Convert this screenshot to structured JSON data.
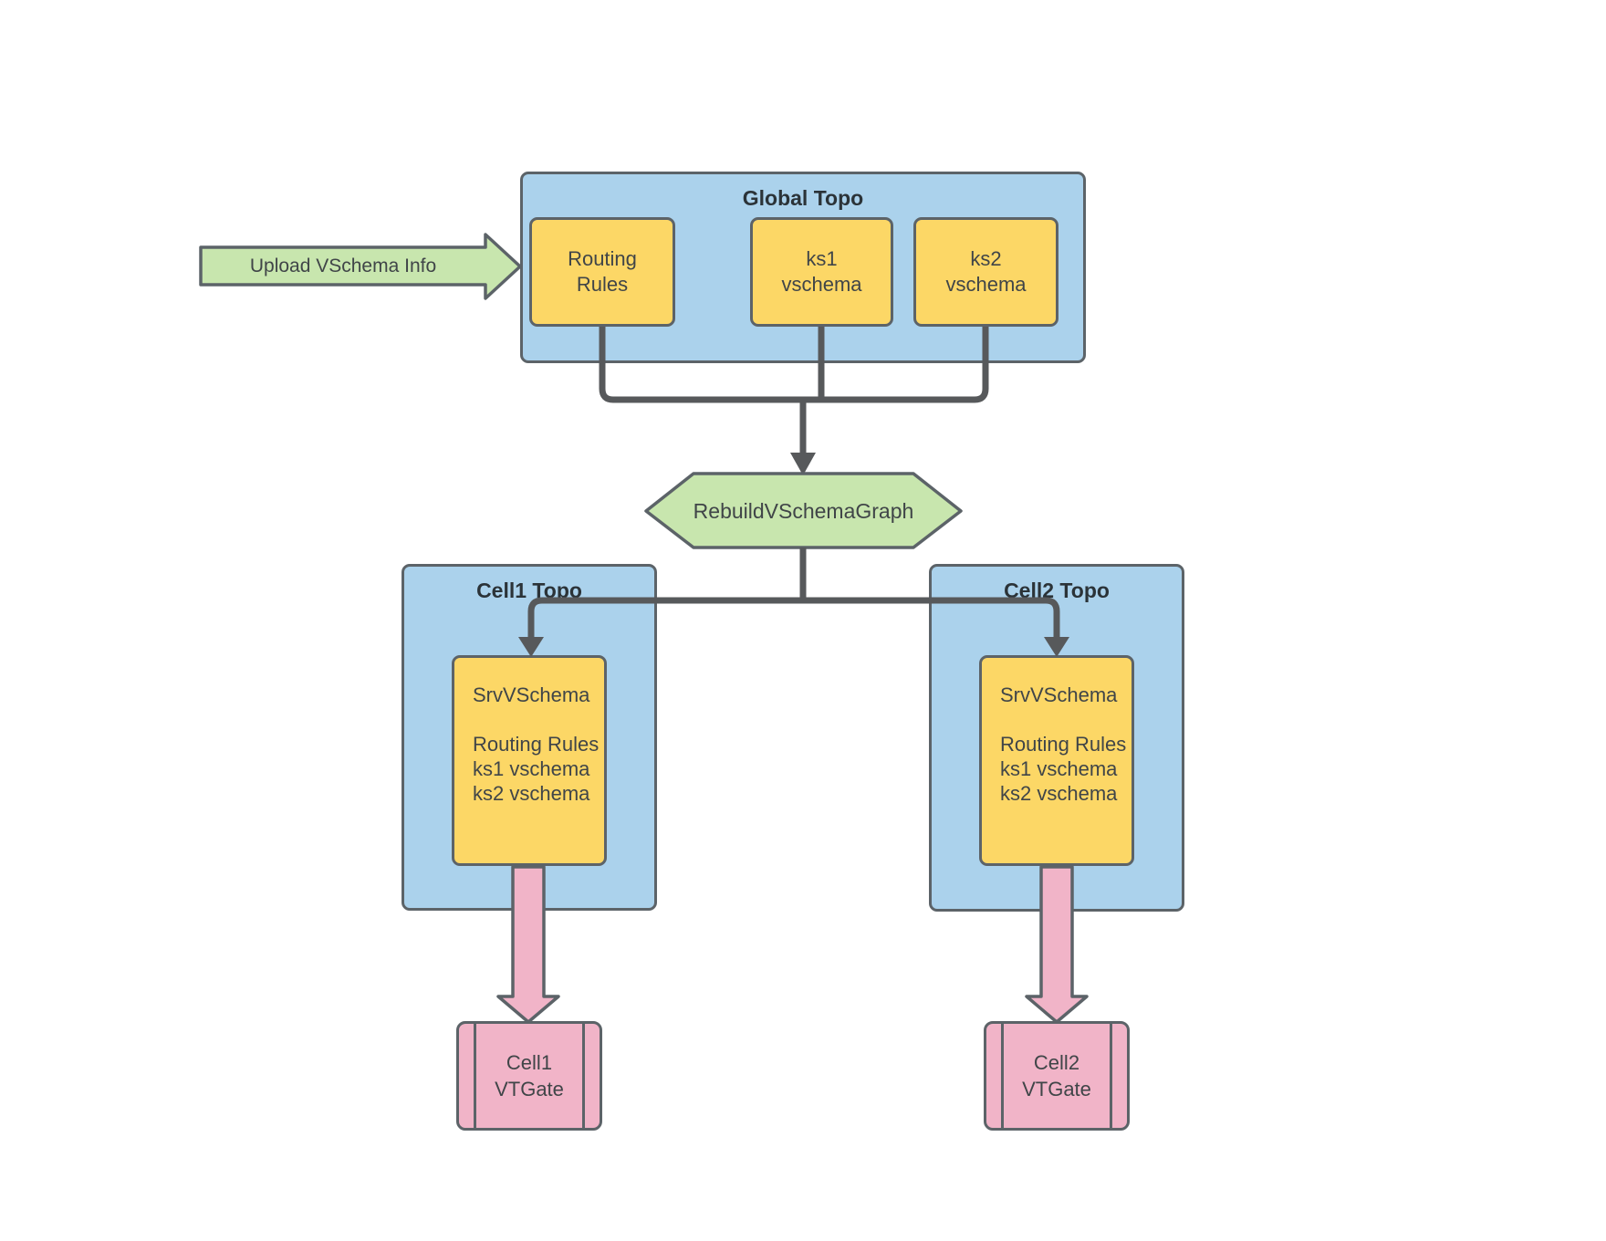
{
  "diagram": {
    "upload_arrow": {
      "label": "Upload VSchema Info"
    },
    "global_topo": {
      "title": "Global Topo",
      "nodes": [
        {
          "label": "Routing\nRules"
        },
        {
          "label": "ks1\nvschema"
        },
        {
          "label": "ks2\nvschema"
        }
      ]
    },
    "rebuild_step": {
      "label": "RebuildVSchemaGraph"
    },
    "cell1": {
      "title": "Cell1 Topo",
      "srv_vschema": "SrvVSchema\n\nRouting Rules\nks1 vschema\nks2 vschema",
      "vtgate_label": "Cell1\nVTGate"
    },
    "cell2": {
      "title": "Cell2 Topo",
      "srv_vschema": "SrvVSchema\n\nRouting Rules\nks1 vschema\nks2 vschema",
      "vtgate_label": "Cell2\nVTGate"
    },
    "colors": {
      "container_blue": "#abd2ec",
      "node_yellow": "#fcd766",
      "action_green": "#c8e6ae",
      "vtgate_pink": "#f1b4c8",
      "shape_border_gray": "#5c6368",
      "connector_gray": "#57595b"
    }
  }
}
